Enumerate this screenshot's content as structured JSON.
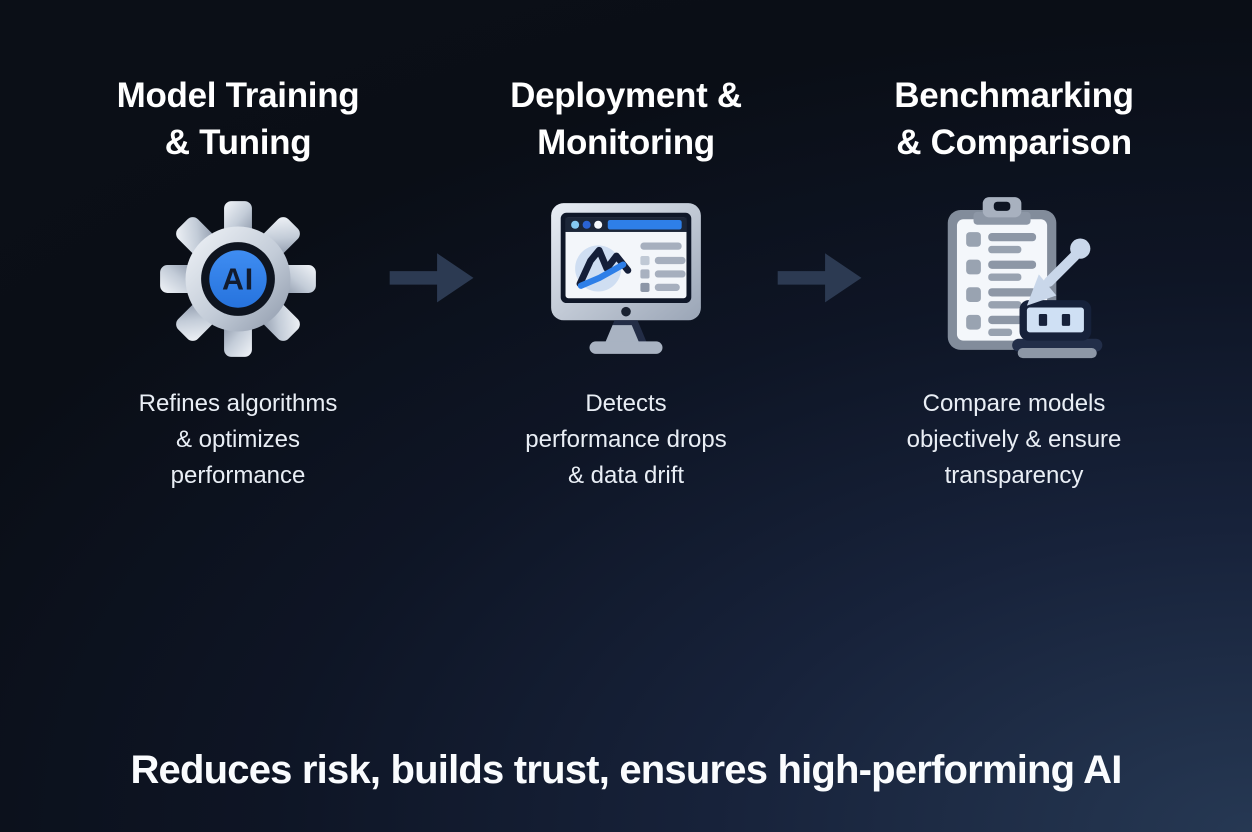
{
  "columns": [
    {
      "heading": "Model Training\n& Tuning",
      "icon": "gear-ai-icon",
      "icon_label": "AI",
      "description": "Refines algorithms\n& optimizes\nperformance"
    },
    {
      "heading": "Deployment &\nMonitoring",
      "icon": "monitor-chart-icon",
      "description": "Detects\nperformance drops\n& data drift"
    },
    {
      "heading": "Benchmarking\n& Comparison",
      "icon": "clipboard-compare-icon",
      "description": "Compare models\nobjectively & ensure\ntransparency"
    }
  ],
  "footer": {
    "headline": "Reduces risk, builds trust, ensures high-performing AI"
  },
  "colors": {
    "background_dark": "#0a0e16",
    "background_light": "#263853",
    "heading_text": "#ffffff",
    "body_text": "#e9eef5",
    "flow_arrow": "#2c3a52",
    "accent_blue": "#2e7fe8",
    "icon_silver_light": "#eef2f7",
    "icon_silver_dark": "#8f9aab",
    "icon_dark_navy": "#131c2e"
  }
}
